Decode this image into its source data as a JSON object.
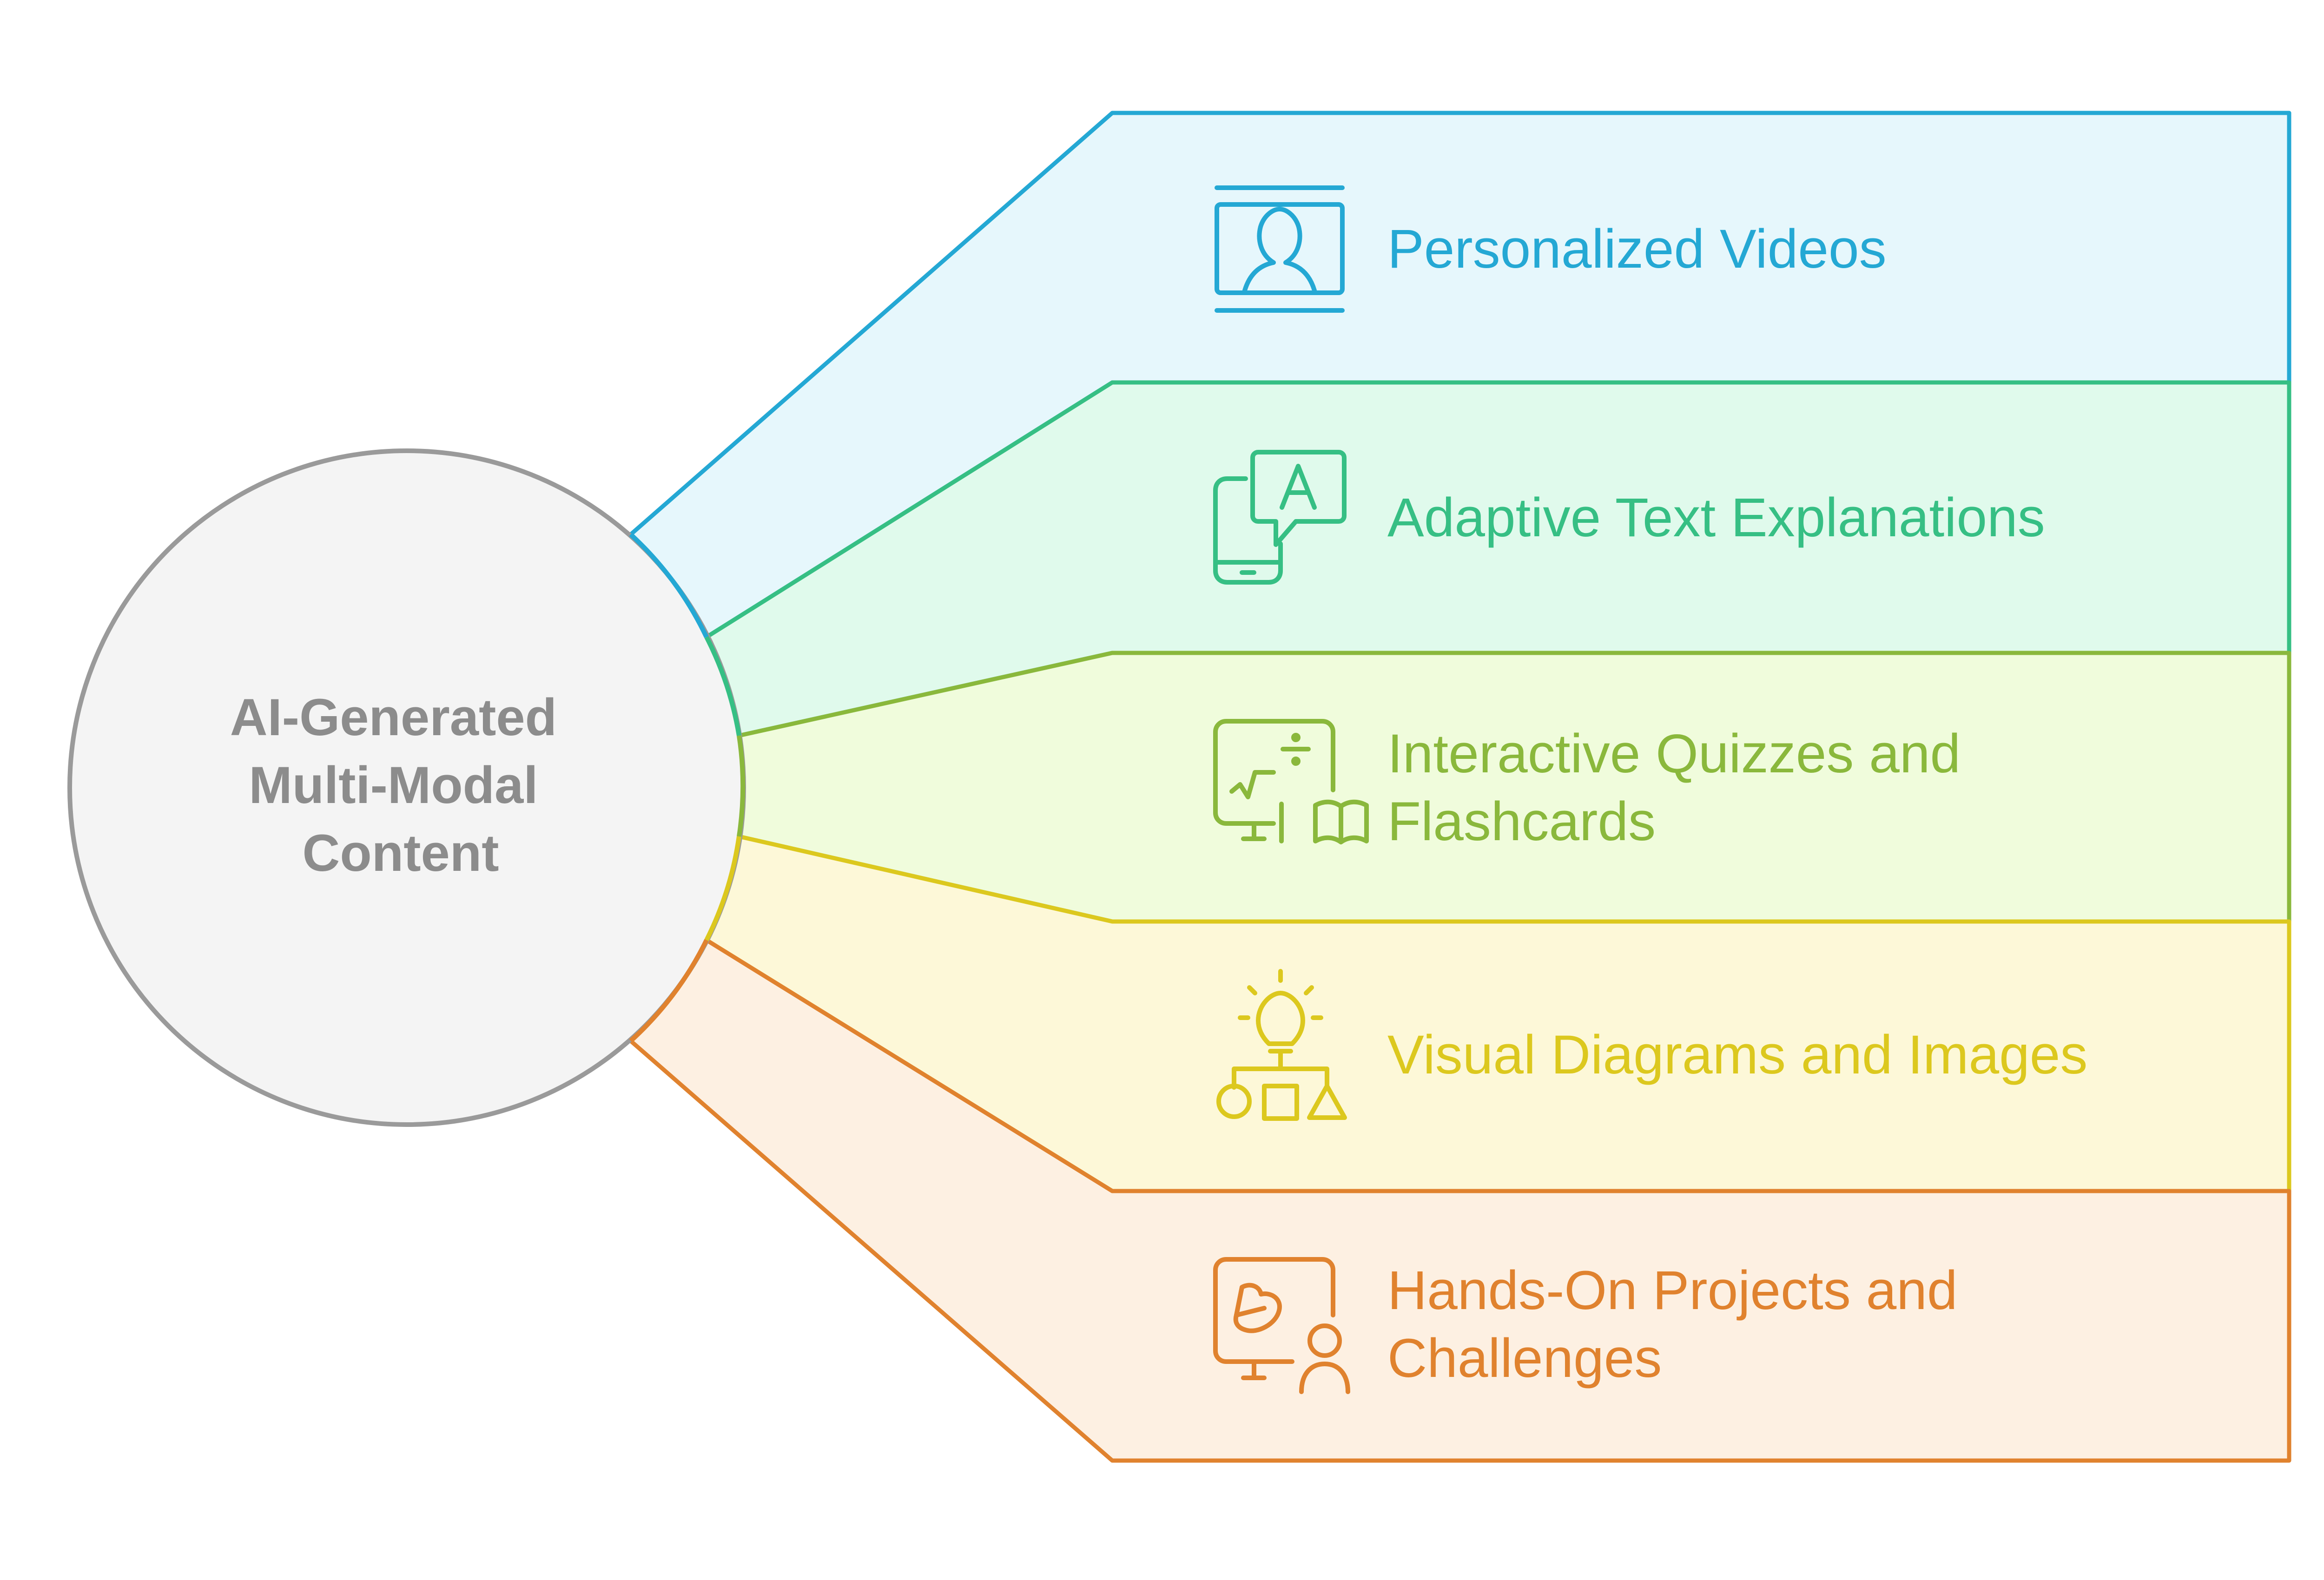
{
  "center": {
    "lines": [
      "AI-Generated",
      "Multi-Modal",
      "Content"
    ]
  },
  "items": [
    {
      "lines": [
        "Personalized Videos"
      ],
      "icon": "video-person-icon",
      "stroke": "#24a8d4",
      "fill": "#e6f7fc"
    },
    {
      "lines": [
        "Adaptive Text Explanations"
      ],
      "icon": "phone-chat-letter-icon",
      "stroke": "#36bf84",
      "fill": "#e0faec"
    },
    {
      "lines": [
        "Interactive Quizzes and",
        "Flashcards"
      ],
      "icon": "math-board-book-icon",
      "stroke": "#8ab83c",
      "fill": "#f0fcdc"
    },
    {
      "lines": [
        "Visual Diagrams and Images"
      ],
      "icon": "lightbulb-shapes-icon",
      "stroke": "#dcc81e",
      "fill": "#fdf8d8"
    },
    {
      "lines": [
        "Hands-On Projects and",
        "Challenges"
      ],
      "icon": "presenter-board-icon",
      "stroke": "#e0822e",
      "fill": "#fdf0e2"
    }
  ]
}
